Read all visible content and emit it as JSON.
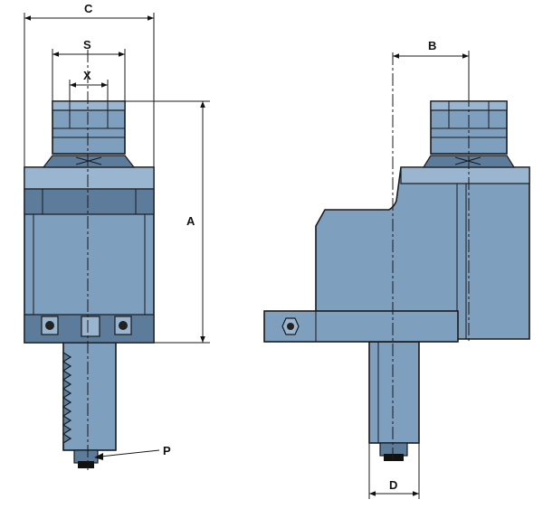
{
  "dimensions": {
    "C": "C",
    "S": "S",
    "X": "X",
    "A": "A",
    "B": "B",
    "P": "P",
    "D": "D"
  },
  "colors": {
    "body": "#7f9fbf",
    "body_dark": "#5d7c9c",
    "body_light": "#9ab5cf",
    "outline": "#1a1a1a"
  }
}
